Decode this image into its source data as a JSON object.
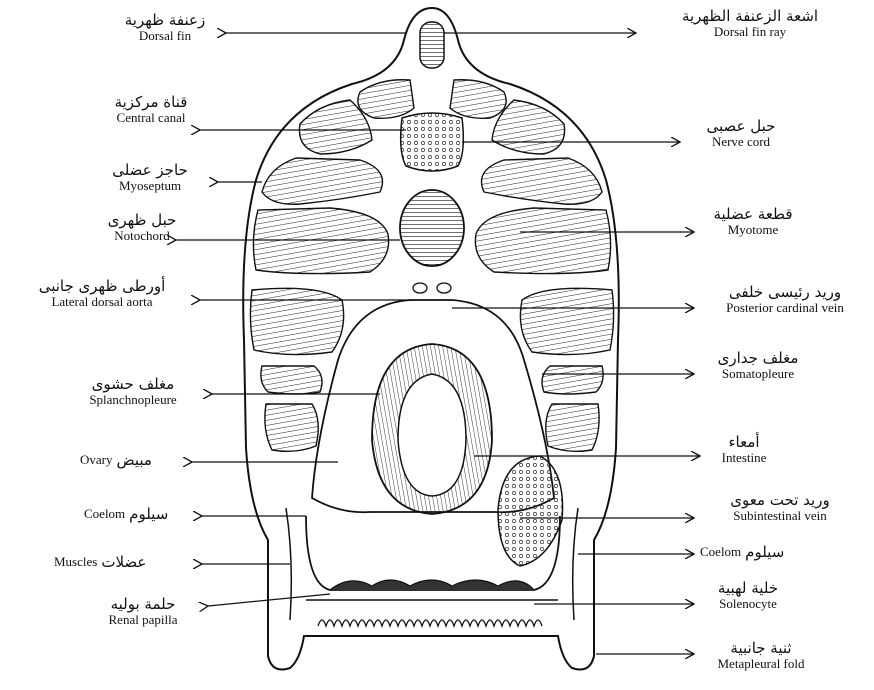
{
  "labels": {
    "dorsal_fin": {
      "ar": "زعنفة ظهرية",
      "en": "Dorsal fin"
    },
    "dorsal_fin_ray": {
      "ar": "اشعة الزعنفة الظهرية",
      "en": "Dorsal fin ray"
    },
    "central_canal": {
      "ar": "قناة مركزية",
      "en": "Central canal"
    },
    "nerve_cord": {
      "ar": "حبل عصبى",
      "en": "Nerve cord"
    },
    "myoseptum": {
      "ar": "حاجز عضلى",
      "en": "Myoseptum"
    },
    "notochord": {
      "ar": "حبل ظهرى",
      "en": "Notochord"
    },
    "myotome": {
      "ar": "قطعة عضلية",
      "en": "Myotome"
    },
    "lateral_dorsal_aorta": {
      "ar": "أورطى ظهرى جانبى",
      "en": "Lateral dorsal aorta"
    },
    "posterior_cardinal_vein": {
      "ar": "وريد رئيسى خلفى",
      "en": "Posterior cardinal vein"
    },
    "splanchnopleure": {
      "ar": "مغلف حشوى",
      "en": "Splanchnopleure"
    },
    "somatopleure": {
      "ar": "مغلف جدارى",
      "en": "Somatopleure"
    },
    "ovary": {
      "ar": "مبيض",
      "en": "Ovary"
    },
    "intestine": {
      "ar": "أمعاء",
      "en": "Intestine"
    },
    "coelom_left": {
      "ar": "سيلوم",
      "en": "Coelom"
    },
    "subintestinal_vein": {
      "ar": "وريد تحت معوى",
      "en": "Subintestinal vein"
    },
    "muscles": {
      "ar": "عضلات",
      "en": "Muscles"
    },
    "coelom_right": {
      "ar": "سيلوم",
      "en": "Coelom"
    },
    "renal_papilla": {
      "ar": "حلمة بوليه",
      "en": "Renal papilla"
    },
    "solenocyte": {
      "ar": "خلية لهبية",
      "en": "Solenocyte"
    },
    "metapleural_fold": {
      "ar": "ثنية جانبية",
      "en": "Metapleural fold"
    }
  }
}
